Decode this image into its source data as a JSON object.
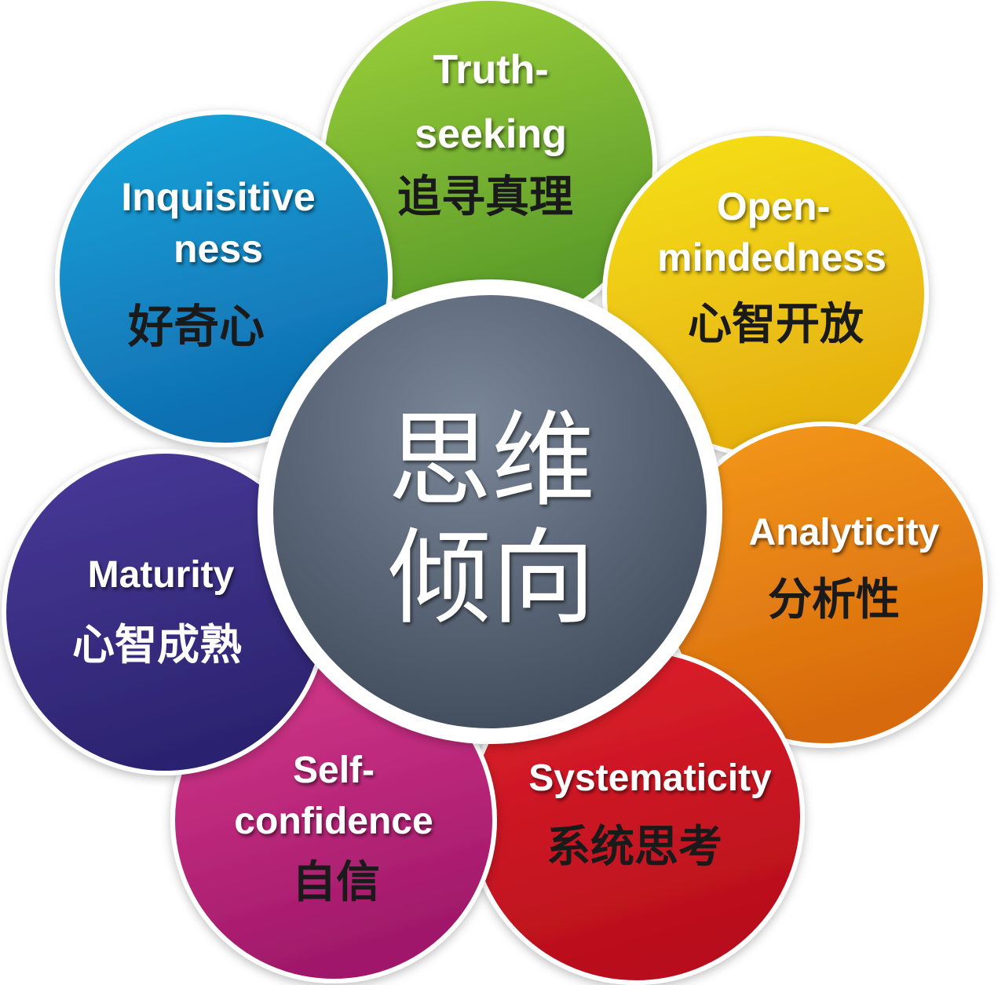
{
  "center": {
    "lines": [
      "思维",
      "倾向"
    ]
  },
  "petals": [
    {
      "id": "truth-seeking",
      "en": [
        "Truth-",
        "seeking"
      ],
      "zh": "追寻真理",
      "color_top": "#9ed23a",
      "color_bottom": "#5a9a2a",
      "zh_color": "#1a1a1a"
    },
    {
      "id": "open-mindedness",
      "en": [
        "Open-",
        "mindedness"
      ],
      "zh": "心智开放",
      "color_top": "#f6e21a",
      "color_bottom": "#e6b010",
      "zh_color": "#1a1a1a"
    },
    {
      "id": "analyticity",
      "en": [
        "Analyticity"
      ],
      "zh": "分析性",
      "color_top": "#f59a1c",
      "color_bottom": "#d76a0c",
      "zh_color": "#1a1a1a"
    },
    {
      "id": "systematicity",
      "en": [
        "Systematicity"
      ],
      "zh": "系统思考",
      "color_top": "#e0202c",
      "color_bottom": "#b80f1c",
      "zh_color": "#1a1a1a"
    },
    {
      "id": "self-confidence",
      "en": [
        "Self-",
        "confidence"
      ],
      "zh": "自信",
      "color_top": "#d83a8c",
      "color_bottom": "#a0186a",
      "zh_color": "#1a1a1a"
    },
    {
      "id": "maturity",
      "en": [
        "Maturity"
      ],
      "zh": "心智成熟",
      "color_top": "#4a3a9a",
      "color_bottom": "#2c2470",
      "zh_color": "#ffffff"
    },
    {
      "id": "inquisitiveness",
      "en": [
        "Inquisitive",
        "ness"
      ],
      "zh": "好奇心",
      "color_top": "#1ba6dc",
      "color_bottom": "#0f6eb0",
      "zh_color": "#1a1a1a"
    }
  ],
  "colors": {
    "center_top": "#7a8798",
    "center_bottom": "#3f4a5a",
    "ring": "#ffffff"
  }
}
